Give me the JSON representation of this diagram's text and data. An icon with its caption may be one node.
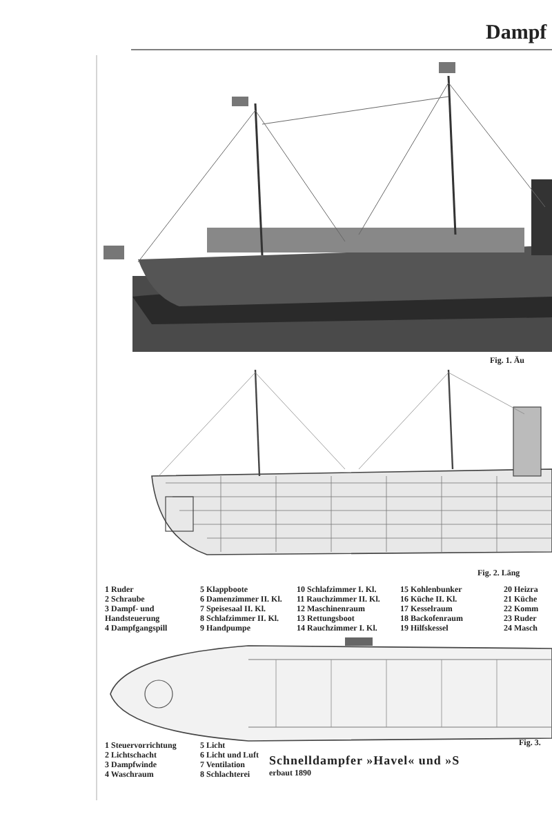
{
  "diagram": {
    "title": "Dampf",
    "caption": "Schnelldampfer »Havel« und »S",
    "labels": [
      "Fig. 1. Äu",
      "Fig. 2. Läng",
      "1 Ruder",
      "2 Schraube",
      "3 Dampf- und Handsteuerung",
      "4 Dampfgangspill",
      "5 Klappboote",
      "6 Damenzimmer II. Kl.",
      "7 Speisesaal II. Kl.",
      "8 Schlafzimmer II. Kl.",
      "9 Handpumpe",
      "10 Schlafzimmer I. Kl.",
      "11 Rauchzimmer II. Kl.",
      "12 Maschinenraum",
      "13 Rettungsboot",
      "14 Rauchzimmer I. Kl.",
      "15 Kohlenbunker",
      "16 Küche II. Kl.",
      "17 Kesselraum",
      "18 Backofenraum",
      "19 Hilfskessel",
      "20 Heizra",
      "21 Küche",
      "22 Komm",
      "23 Ruder",
      "24 Masch",
      "1 Steuervorrichtung",
      "2 Lichtschacht",
      "3 Dampfwinde",
      "4 Waschraum",
      "5 Licht",
      "6 Licht und Luft",
      "7 Ventilation",
      "8 Schlachterei",
      "Fig. 3.",
      "erbaut 1890"
    ]
  }
}
